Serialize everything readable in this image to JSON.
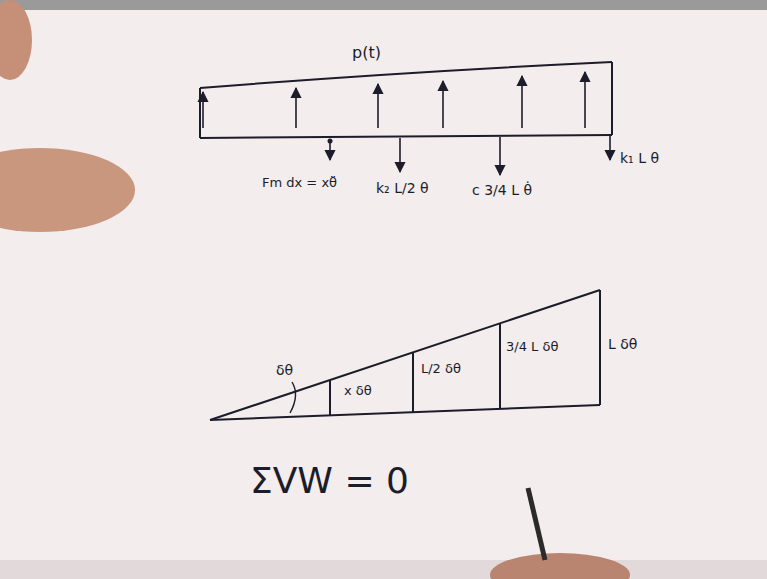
{
  "diagram": {
    "labels": [
      "p(t)",
      "Fm dx = xθ̈",
      "k₂ L/2 θ",
      "c 3/4 L θ̇",
      "k₁ L θ",
      "δθ",
      "x δθ",
      "L/2 δθ",
      "3/4 L δθ",
      "L δθ",
      "ΣVW = 0"
    ]
  }
}
